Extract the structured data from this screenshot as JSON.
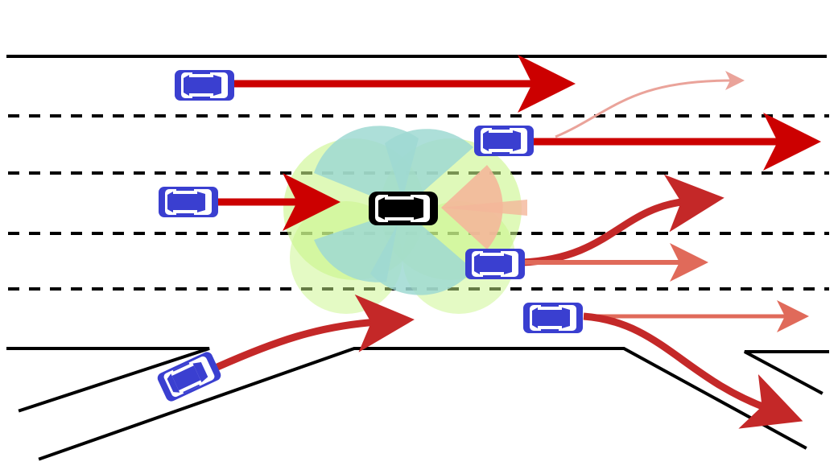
{
  "diagram": {
    "type": "highway-prediction-scene",
    "colors": {
      "background": "#ffffff",
      "road_line": "#000000",
      "ego_car": "#000000",
      "other_car": "#3a3fd0",
      "trajectory_primary": "#cc0000",
      "trajectory_secondary": "#e06a5a",
      "trajectory_faint": "#eaa39a",
      "sensor_outer": "#c9f58a",
      "sensor_inner": "#9fd9d2",
      "sensor_front": "#f4b79a"
    },
    "ego_vehicle": {
      "name": "ego-car",
      "icon": "car-top-view-icon",
      "color": "#000000",
      "sensor_coverage": [
        "front-left",
        "front-right",
        "rear-left",
        "rear-right",
        "front-center"
      ]
    },
    "agents": [
      {
        "name": "agent-lane1",
        "icon": "car-top-view-icon",
        "maneuver": "keep-lane"
      },
      {
        "name": "agent-lane2",
        "icon": "car-top-view-icon",
        "maneuver": "keep-lane-or-change-left"
      },
      {
        "name": "agent-lane3",
        "icon": "car-top-view-icon",
        "maneuver": "keep-lane"
      },
      {
        "name": "agent-lane4",
        "icon": "car-top-view-icon",
        "maneuver": "change-left-or-keep"
      },
      {
        "name": "agent-lane5",
        "icon": "car-top-view-icon",
        "maneuver": "exit-or-keep"
      },
      {
        "name": "agent-onramp",
        "icon": "car-top-view-icon",
        "maneuver": "merge"
      }
    ]
  }
}
